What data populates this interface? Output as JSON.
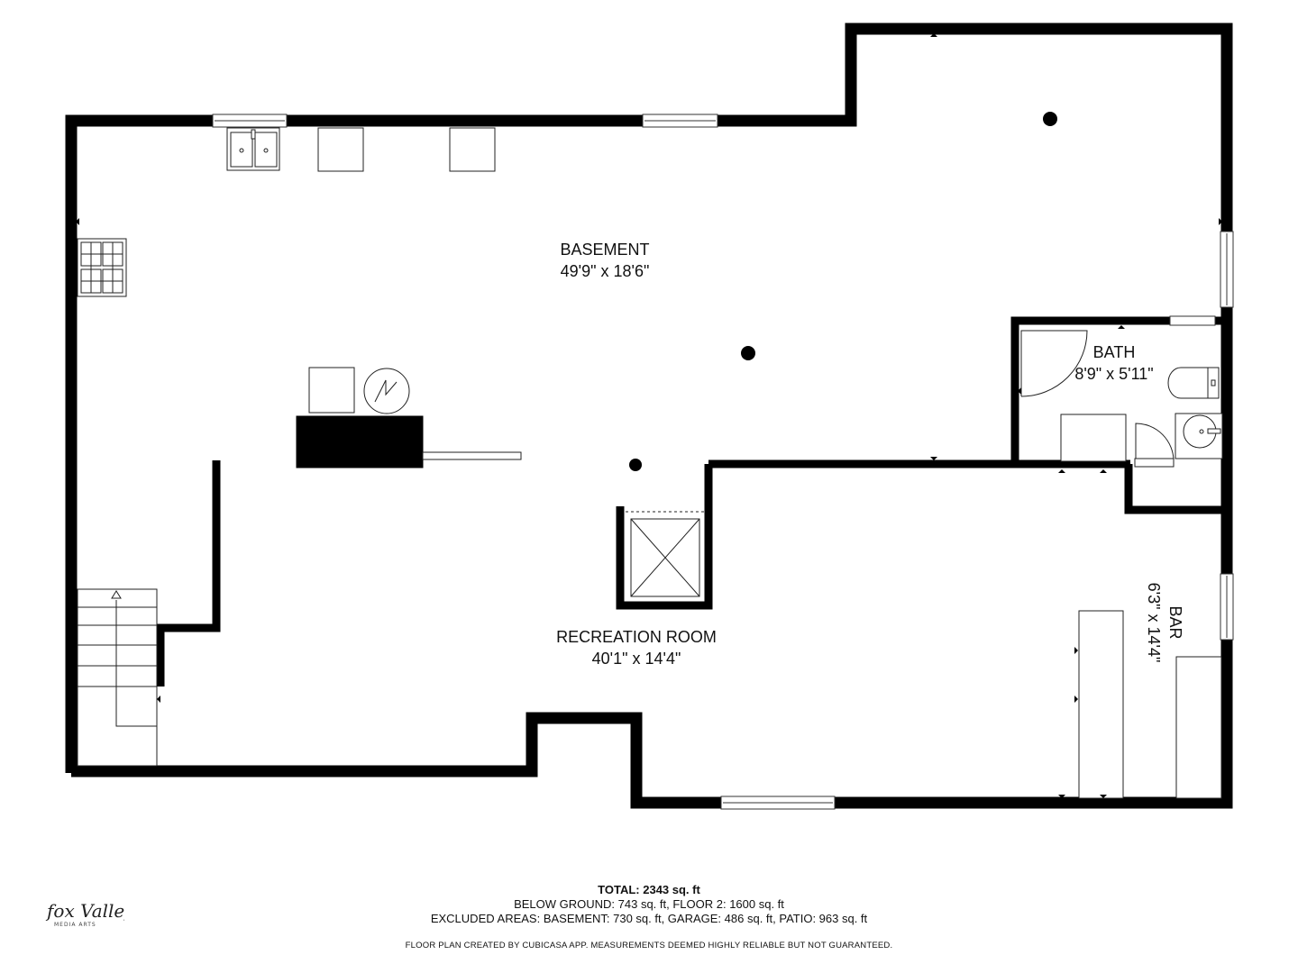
{
  "rooms": {
    "basement": {
      "name": "BASEMENT",
      "dims": "49'9\" x 18'6\""
    },
    "bath": {
      "name": "BATH",
      "dims": "8'9\" x 5'11\""
    },
    "recreation": {
      "name": "RECREATION ROOM",
      "dims": "40'1\" x 14'4\""
    },
    "bar": {
      "name": "BAR",
      "dims": "6'3\" x 14'4\""
    }
  },
  "footer": {
    "total_label": "TOTAL:",
    "total_value": "2343 sq. ft",
    "below_ground": "BELOW GROUND: 743 sq. ft, FLOOR 2: 1600 sq. ft",
    "excluded": "EXCLUDED AREAS: BASEMENT: 730 sq. ft, GARAGE: 486 sq. ft, PATIO: 963 sq. ft",
    "disclaimer": "FLOOR PLAN CREATED BY CUBICASA APP. MEASUREMENTS DEEMED HIGHLY RELIABLE BUT NOT GUARANTEED."
  },
  "logo": {
    "text": "fox Valley",
    "subtext": "MEDIA ARTS"
  },
  "colors": {
    "wall": "#000000",
    "fixture": "#333333",
    "background": "#ffffff"
  }
}
